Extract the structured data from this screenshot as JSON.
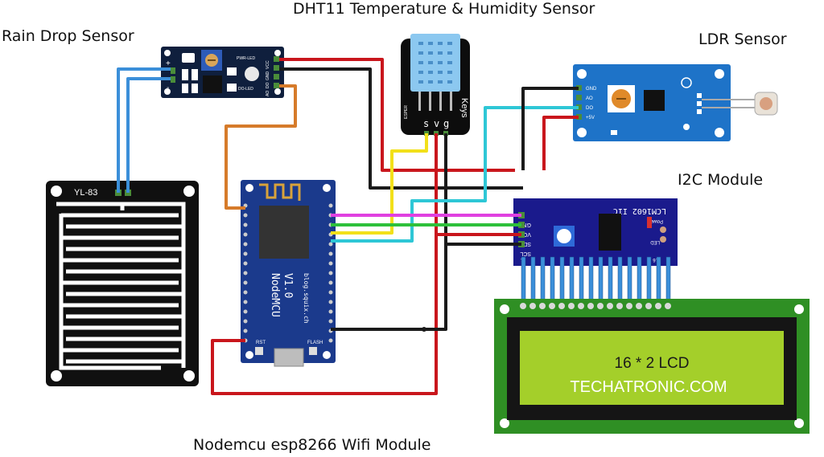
{
  "labels": {
    "dht11_title": "DHT11 Temperature & Humidity Sensor",
    "rain_title": "Rain Drop Sensor",
    "ldr_title": "LDR Sensor",
    "i2c_title": "I2C Module",
    "nodemcu_title": "Nodemcu esp8266 Wifi Module"
  },
  "rain_module": {
    "pins": [
      "VCC",
      "GND",
      "DO",
      "AO"
    ],
    "plus": "+",
    "minus": "-",
    "led_text": "PWR-LED",
    "led2_text": "DO-LED"
  },
  "rain_plate": {
    "label": "YL-83"
  },
  "dht11": {
    "brand": "Keys",
    "pins": [
      "s",
      "v",
      "g"
    ],
    "side": "ESPER"
  },
  "ldr": {
    "pins": [
      "GND",
      "AO",
      "DO",
      "+5V"
    ]
  },
  "i2c": {
    "title": "LCM1602 IIC",
    "pins": [
      "SCL",
      "SDA",
      "VCC",
      "GND"
    ],
    "power": "Power",
    "led": "LED",
    "pin_left": "1",
    "pin_right": "16"
  },
  "nodemcu": {
    "name_line1": "NodeMCU",
    "name_line2": "V1.0",
    "site": "blog.squix.ch",
    "rst": "RST",
    "flash": "FLASH"
  },
  "lcd": {
    "line1": "16 * 2 LCD",
    "line2": "TECHATRONIC.COM"
  },
  "colors": {
    "red": "#c9161c",
    "black": "#1a1a1a",
    "blue": "#3b8fd9",
    "orange": "#d67b2a",
    "yellow": "#f2e01a",
    "cyan": "#2ec7d6",
    "magenta": "#e040e0",
    "green": "#2ec03a",
    "board_blue": "#1b3a8c",
    "lcd_green": "#a4cf2a"
  }
}
